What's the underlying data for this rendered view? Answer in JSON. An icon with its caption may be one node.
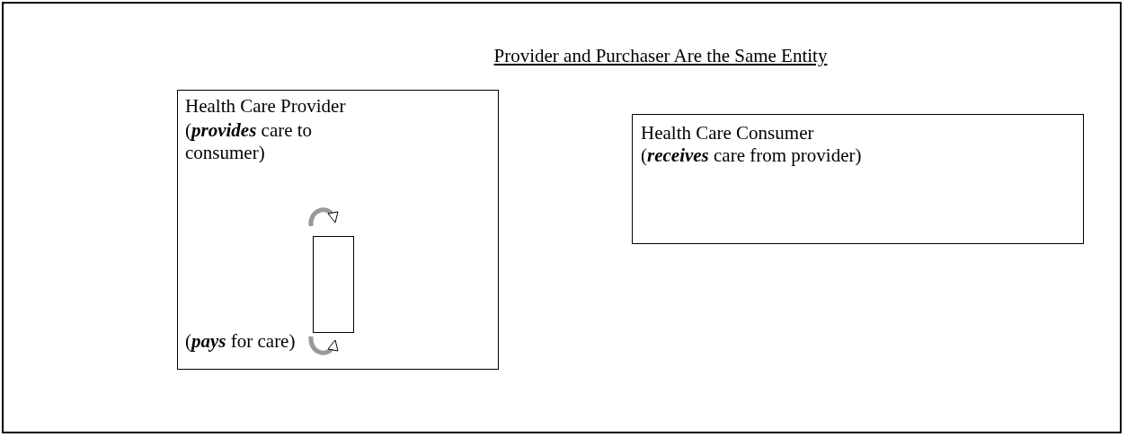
{
  "diagram": {
    "title": "Provider and Purchaser Are the Same Entity",
    "nodes": [
      {
        "text": [
          "Health Care Provider",
          "(**provides** care to consumer)",
          "(**pays** for care)"
        ]
      },
      {
        "text": [],
        "shape": "box",
        "in": 0
      },
      {
        "text": [
          "Health Care Consumer",
          "(**receives** care from provider)"
        ]
      }
    ]
  }
}
